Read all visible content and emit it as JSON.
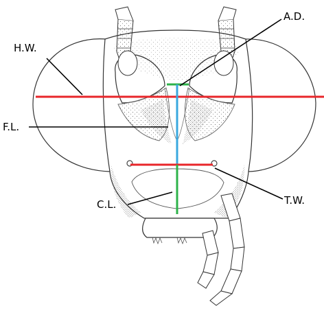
{
  "labels": {
    "hw": "H.W.",
    "ad": "A.D.",
    "fl": "F.L.",
    "cl": "C.L.",
    "tw": "T.W."
  },
  "colors": {
    "head_width": "#e8262a",
    "antennal_distance": "#2db34a",
    "frons_length": "#39a8df",
    "clypeus_length": "#2db34a",
    "tentorial_width": "#e8262a",
    "outline": "#333333",
    "stipple": "#555555"
  }
}
